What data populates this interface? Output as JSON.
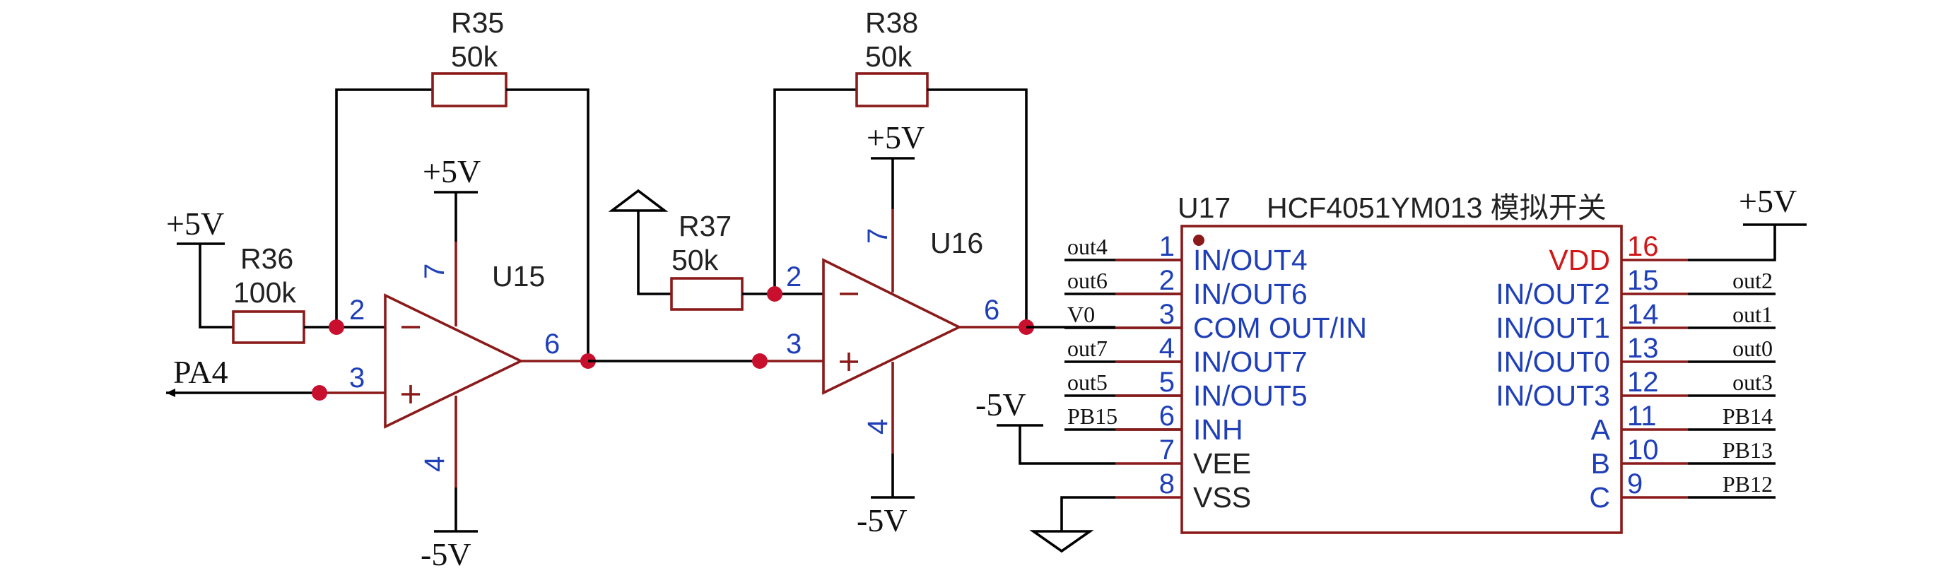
{
  "components": {
    "r35": {
      "ref": "R35",
      "value": "50k"
    },
    "r36": {
      "ref": "R36",
      "value": "100k"
    },
    "r37": {
      "ref": "R37",
      "value": "50k"
    },
    "r38": {
      "ref": "R38",
      "value": "50k"
    },
    "u15": {
      "ref": "U15",
      "pins": {
        "inv": "2",
        "noninv": "3",
        "out": "6",
        "vpos": "7",
        "vneg": "4"
      }
    },
    "u16": {
      "ref": "U16",
      "pins": {
        "inv": "2",
        "noninv": "3",
        "out": "6",
        "vpos": "7",
        "vneg": "4"
      }
    },
    "u17": {
      "ref": "U17",
      "part": "HCF4051YM013 模拟开关"
    }
  },
  "power": {
    "vp_r36": "+5V",
    "vp_u15": "+5V",
    "vn_u15": "-5V",
    "vp_u16": "+5V",
    "vn_u16": "-5V",
    "vn_vee": "-5V",
    "vp_vdd": "+5V"
  },
  "nets": {
    "pa4": "PA4"
  },
  "chip": {
    "left_pins": [
      {
        "num": "1",
        "name": "IN/OUT4",
        "net": "out4"
      },
      {
        "num": "2",
        "name": "IN/OUT6",
        "net": "out6"
      },
      {
        "num": "3",
        "name": "COM OUT/IN",
        "net": "V0"
      },
      {
        "num": "4",
        "name": "IN/OUT7",
        "net": "out7"
      },
      {
        "num": "5",
        "name": "IN/OUT5",
        "net": "out5"
      },
      {
        "num": "6",
        "name": "INH",
        "net": "PB15"
      },
      {
        "num": "7",
        "name": "VEE",
        "net": ""
      },
      {
        "num": "8",
        "name": "VSS",
        "net": ""
      }
    ],
    "right_pins": [
      {
        "num": "16",
        "name": "VDD",
        "net": ""
      },
      {
        "num": "15",
        "name": "IN/OUT2",
        "net": "out2"
      },
      {
        "num": "14",
        "name": "IN/OUT1",
        "net": "out1"
      },
      {
        "num": "13",
        "name": "IN/OUT0",
        "net": "out0"
      },
      {
        "num": "12",
        "name": "IN/OUT3",
        "net": "out3"
      },
      {
        "num": "11",
        "name": "A",
        "net": "PB14"
      },
      {
        "num": "10",
        "name": "B",
        "net": "PB13"
      },
      {
        "num": "9",
        "name": "C",
        "net": "PB12"
      }
    ]
  },
  "colors": {
    "wire": "#000000",
    "component": "#8b1a1a",
    "pin_text": "#1f3fb8",
    "junction": "#c8102e",
    "highlight": "#d01818"
  }
}
